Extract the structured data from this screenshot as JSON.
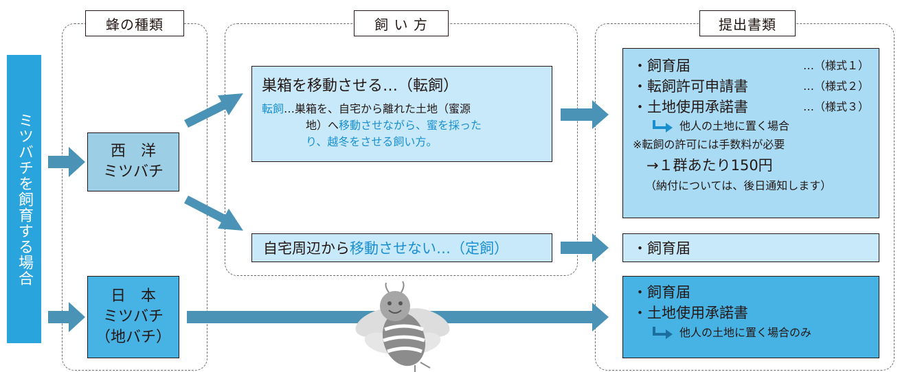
{
  "headers": {
    "species": "蜂の種類",
    "method": "飼 い 方",
    "documents": "提出書類"
  },
  "left_label": "ミツバチを飼育する場合",
  "species": {
    "western": {
      "line1": "西　洋",
      "line2": "ミツバチ"
    },
    "japanese": {
      "line1": "日　本",
      "line2": "ミツバチ",
      "line3": "（地バチ）"
    }
  },
  "methods": {
    "move": {
      "title": "巣箱を移動させる…（転飼）",
      "def_term": "転飼",
      "def_line1": "…巣箱を、自宅から離れた土地（蜜源",
      "def_line2a": "地）へ",
      "def_line2b": "移動させながら、蜜を採った",
      "def_line3": "り、越冬をさせる飼い方。"
    },
    "fixed": {
      "prefix": "自宅周辺から",
      "highlight": "移動させない…（定飼）"
    }
  },
  "documents": {
    "moving": {
      "item1": "・飼育届",
      "item1_note": "…（様式１）",
      "item2": "・転飼許可申請書",
      "item2_note": "…（様式２）",
      "item3": "・土地使用承諾書",
      "item3_note": "…（様式３）",
      "sub_note": "他人の土地に置く場合",
      "fee_note": "※転飼の許可には手数料が必要",
      "fee_amount": "→１群あたり150円",
      "fee_payment": "（納付については、後日通知します）"
    },
    "fixed": {
      "item1": "・飼育届"
    },
    "japanese": {
      "item1": "・飼育届",
      "item2": "・土地使用承諾書",
      "sub_note": "他人の土地に置く場合のみ"
    }
  },
  "colors": {
    "accent_blue": "#2aa4dc",
    "arrow": "#4a93b6",
    "western_box": "#9ccfe6",
    "japanese_box": "#47b2e4",
    "method_box": "#c8e9f9",
    "doc_light": "#c8e9f9",
    "doc_mid": "#a9dbf4",
    "doc_dark": "#47b2e4",
    "text_blue": "#1a8fd0"
  },
  "icons": [
    "bee-illustration",
    "corner-arrow-icon"
  ]
}
